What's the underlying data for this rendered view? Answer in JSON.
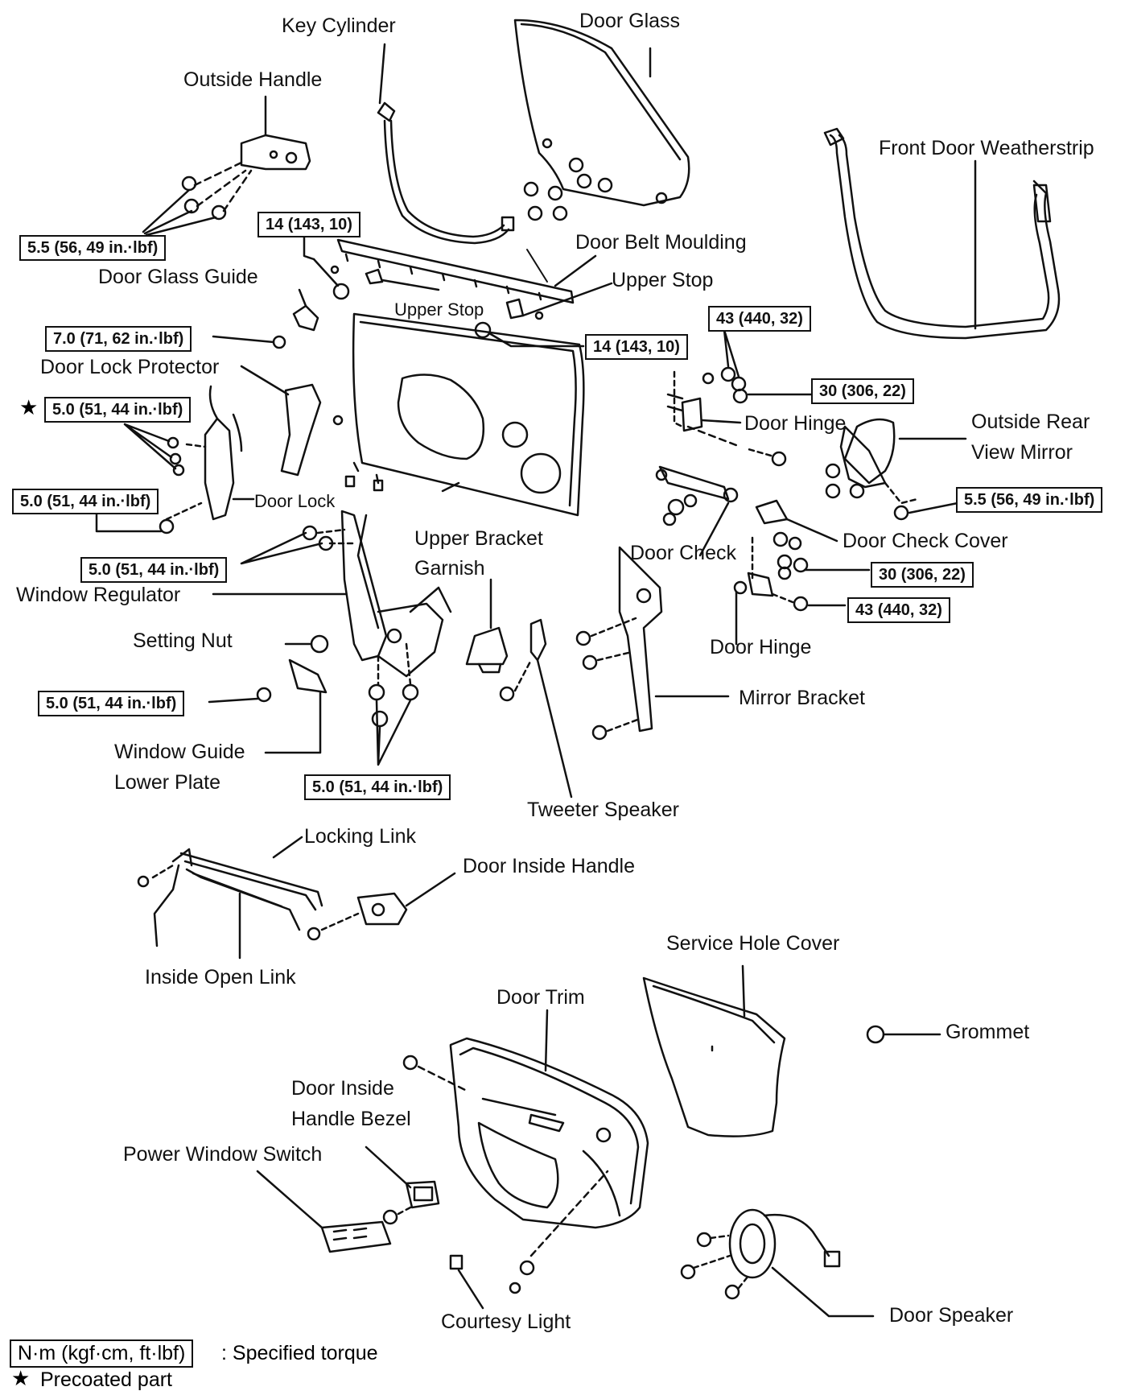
{
  "labels": {
    "key_cylinder": "Key Cylinder",
    "door_glass": "Door Glass",
    "outside_handle": "Outside Handle",
    "front_door_weatherstrip": "Front Door Weatherstrip",
    "door_belt_moulding": "Door Belt Moulding",
    "door_glass_guide": "Door Glass Guide",
    "upper_stop_a": "Upper Stop",
    "upper_stop_b": "Upper Stop",
    "door_lock_protector": "Door Lock Protector",
    "door_hinge_upper": "Door Hinge",
    "outside_rear_view_mirror_1": "Outside Rear",
    "outside_rear_view_mirror_2": "View Mirror",
    "door_lock": "Door Lock",
    "upper_bracket_garnish_1": "Upper Bracket",
    "upper_bracket_garnish_2": "Garnish",
    "door_check": "Door Check",
    "door_check_cover": "Door Check Cover",
    "window_regulator": "Window Regulator",
    "setting_nut": "Setting Nut",
    "door_hinge_lower": "Door Hinge",
    "mirror_bracket": "Mirror Bracket",
    "window_guide_lower_plate_1": "Window Guide",
    "window_guide_lower_plate_2": "Lower Plate",
    "tweeter_speaker": "Tweeter Speaker",
    "locking_link": "Locking Link",
    "door_inside_handle": "Door Inside Handle",
    "inside_open_link": "Inside Open Link",
    "service_hole_cover": "Service Hole Cover",
    "door_trim": "Door Trim",
    "grommet": "Grommet",
    "door_inside_handle_bezel_1": "Door Inside",
    "door_inside_handle_bezel_2": "Handle Bezel",
    "power_window_switch": "Power Window Switch",
    "courtesy_light": "Courtesy Light",
    "door_speaker": "Door Speaker"
  },
  "torques": {
    "outside_handle": "5.5 (56, 49 in.·lbf)",
    "belt_moulding": "14 (143, 10)",
    "glass_guide": "7.0 (71, 62 in.·lbf)",
    "upper_stop": "14 (143, 10)",
    "hinge_upper_top": "43 (440, 32)",
    "hinge_upper_side": "30 (306, 22)",
    "door_lock_precoated": "5.0 (51, 44 in.·lbf)",
    "door_lock_lower": "5.0 (51, 44 in.·lbf)",
    "mirror": "5.5 (56, 49 in.·lbf)",
    "regulator_upper": "5.0 (51, 44 in.·lbf)",
    "hinge_lower_side": "30 (306, 22)",
    "hinge_lower_bottom": "43 (440, 32)",
    "lower_plate": "5.0 (51, 44 in.·lbf)",
    "regulator_lower": "5.0 (51, 44 in.·lbf)"
  },
  "legend": {
    "unit_box": "N·m (kgf·cm, ft·lbf)",
    "unit_text": ": Specified torque",
    "precoated_star": "★",
    "precoated_text": "Precoated part"
  },
  "star_symbol": "★"
}
